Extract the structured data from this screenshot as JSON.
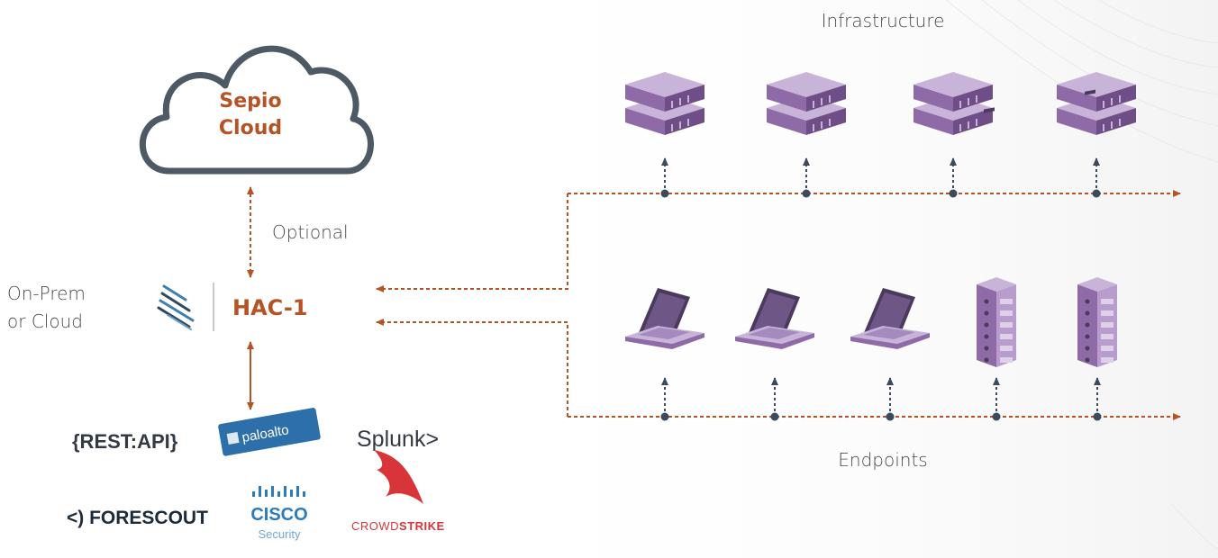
{
  "cloud": {
    "line1": "Sepio",
    "line2": "Cloud"
  },
  "labels": {
    "optional": "Optional",
    "deployment_line1": "On-Prem",
    "deployment_line2": "or Cloud",
    "hac": "HAC-1",
    "infrastructure": "Infrastructure",
    "endpoints": "Endpoints"
  },
  "integrations": {
    "rest_api": "{REST:API}",
    "paloalto": "paloalto",
    "splunk": "Splunk>",
    "forescout": "<) FORESCOUT",
    "cisco": "CISCO",
    "cisco_sub": "Security",
    "crowdstrike_a": "CROWD",
    "crowdstrike_b": "STRIKE"
  },
  "colors": {
    "accent": "#b55325",
    "cloud_stroke": "#4d5a66",
    "device_purple": "#8e6aa6",
    "device_light": "#c9b4d9",
    "node": "#3b4a5c"
  },
  "icons": {
    "infrastructure_devices": [
      "server-stack-icon",
      "server-stack-icon",
      "server-stack-icon",
      "server-stack-icon"
    ],
    "endpoint_devices": [
      "laptop-icon",
      "laptop-icon",
      "laptop-icon",
      "rack-server-icon",
      "rack-server-icon"
    ]
  }
}
